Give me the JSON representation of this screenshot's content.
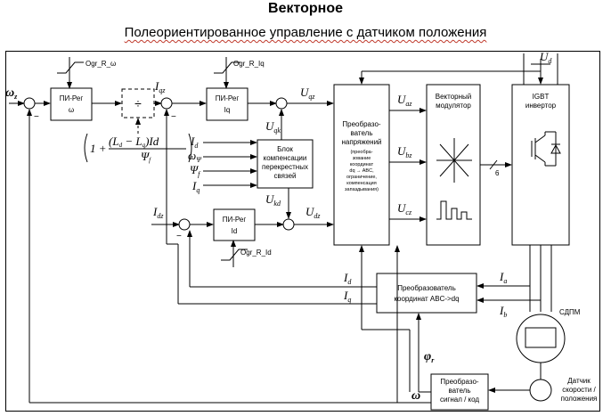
{
  "title": "Векторное",
  "subtitle": "Полеориентированное управление с датчиком положения",
  "blocks": {
    "pi_speed": [
      "ПИ-Рег",
      "ω"
    ],
    "pi_iq": [
      "ПИ-Рег",
      "Iq"
    ],
    "pi_id": [
      "ПИ-Рег",
      "Id"
    ],
    "compensation": [
      "Блок",
      "компенсации",
      "перекрестных",
      "связей"
    ],
    "voltage_converter": [
      "Преобразо-",
      "ватель",
      "напряжений"
    ],
    "voltage_converter_note": [
      "(преобра-",
      "зование",
      "координат",
      "dq → ABC,",
      "ограничение,",
      "компенсация",
      "запаздывания)"
    ],
    "modulator": [
      "Векторный",
      "модулятор"
    ],
    "inverter": [
      "IGBT",
      "инвертор"
    ],
    "coord_converter": [
      "Преобразователь",
      "координат ABC->dq"
    ],
    "signal_converter": [
      "Преобразо-",
      "ватель",
      "сигнал / код"
    ],
    "motor_label": "СДПМ",
    "sensor_label": [
      "Датчик",
      "скорости /",
      "положения"
    ],
    "divider": "÷"
  },
  "limits": {
    "speed": "Ogr_R_ω",
    "iq": "Ogr_R_Iq",
    "id": "Ogr_R_Id"
  },
  "signals": {
    "omega_ref": "ω",
    "omega_ref_sub": "z",
    "iqz": "I",
    "iqz_sub": "qz",
    "uqz": "U",
    "uqz_sub": "qz",
    "uqk": "U",
    "uqk_sub": "qk",
    "udk": "U",
    "udk_sub": "kd",
    "udz": "U",
    "udz_sub": "dz",
    "idz": "I",
    "idz_sub": "dz",
    "uaz": "U",
    "uaz_sub": "az",
    "ubz": "U",
    "ubz_sub": "bz",
    "ucz": "U",
    "ucz_sub": "cz",
    "ud": "U",
    "ud_sub": "d",
    "comp_id": "I",
    "comp_id_sub": "d",
    "comp_omega": "ω",
    "comp_omega_sub": "Ψ",
    "comp_psi": "Ψ",
    "comp_psi_sub": "f",
    "comp_iq": "I",
    "comp_iq_sub": "q",
    "fb_id": "I",
    "fb_id_sub": "d",
    "fb_iq": "I",
    "fb_iq_sub": "q",
    "ia": "I",
    "ia_sub": "a",
    "ib": "I",
    "ib_sub": "b",
    "phi": "φ",
    "phi_sub": "r",
    "omega_fb": "ω",
    "pwm_count": "6"
  },
  "formula": {
    "left": "1 +",
    "numerator": "(L",
    "num_d": "d",
    "num_mid": " − L",
    "num_q": "q",
    "num_tail": ")Id",
    "denominator": "Ψ",
    "den_sub": "f"
  }
}
